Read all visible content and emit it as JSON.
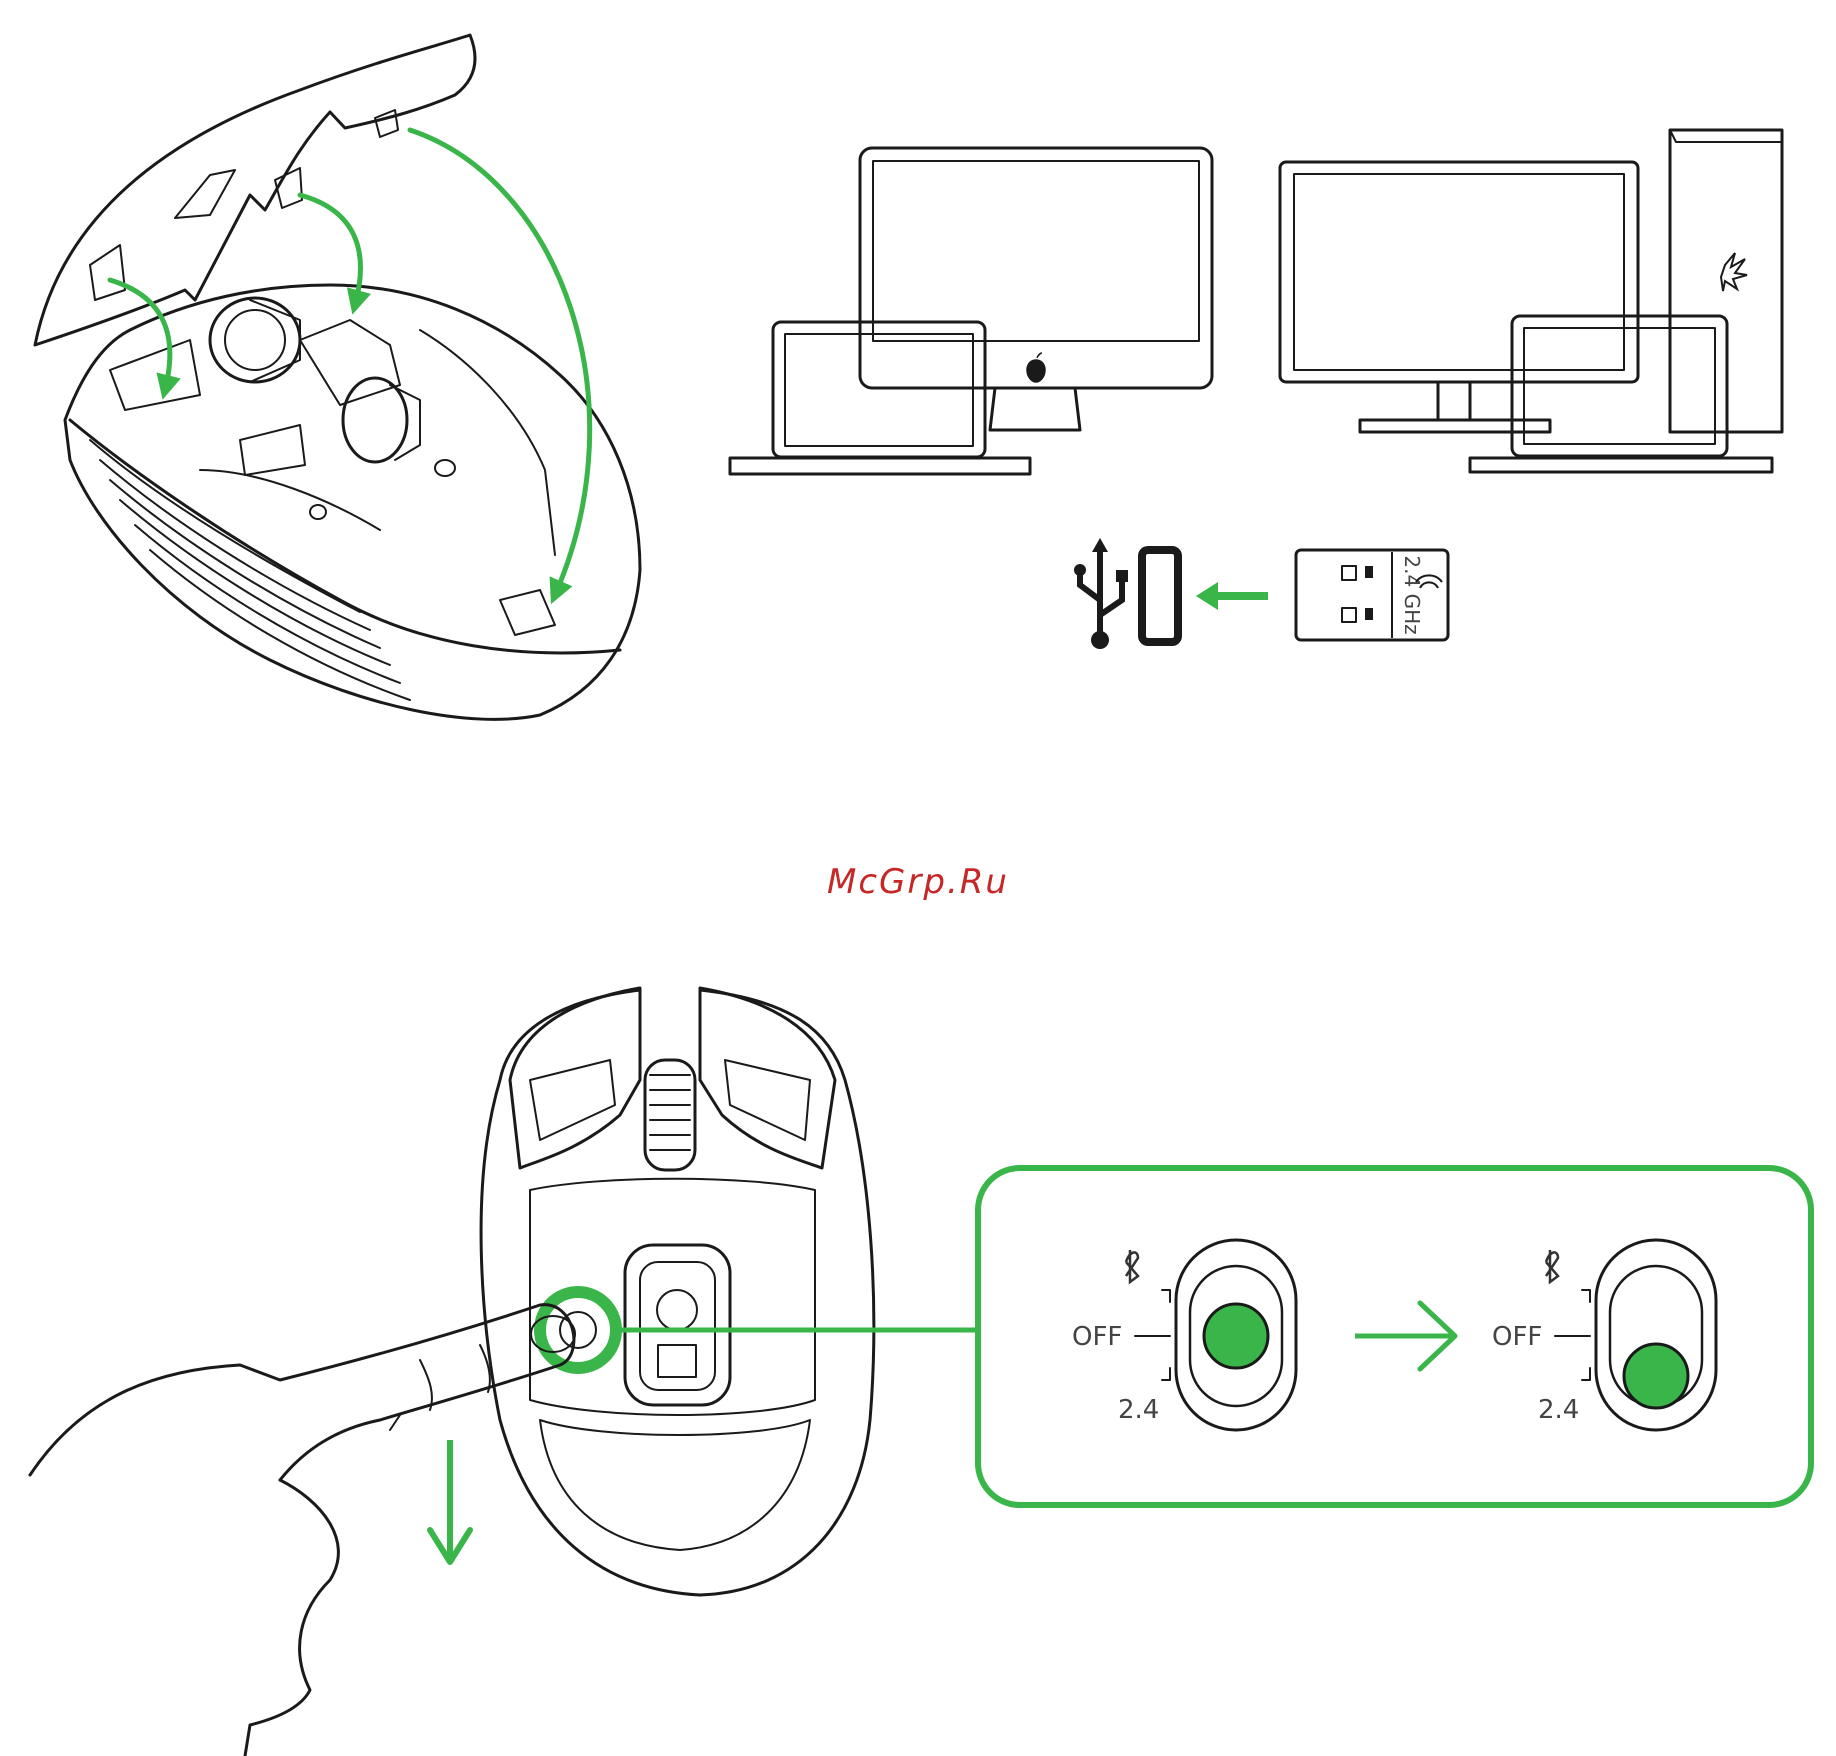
{
  "watermark": "McGrp.Ru",
  "colors": {
    "accent_green": "#3ab54a",
    "line": "#1a1a1a",
    "watermark_red": "#c62828",
    "label_gray": "#444444"
  },
  "dongle": {
    "freq_label": "2.4 GHz"
  },
  "switch_panel": {
    "before": {
      "label_off": "OFF",
      "label_24": "2.4",
      "position": "OFF",
      "icon": "bluetooth-icon"
    },
    "after": {
      "label_off": "OFF",
      "label_24": "2.4",
      "position": "2.4",
      "icon": "bluetooth-icon"
    }
  },
  "icons": [
    "usb-symbol-icon",
    "usb-port-icon",
    "arrow-left-icon",
    "arrow-right-icon",
    "arrow-down-icon",
    "bluetooth-icon",
    "razer-logo-icon",
    "apple-logo-icon"
  ]
}
